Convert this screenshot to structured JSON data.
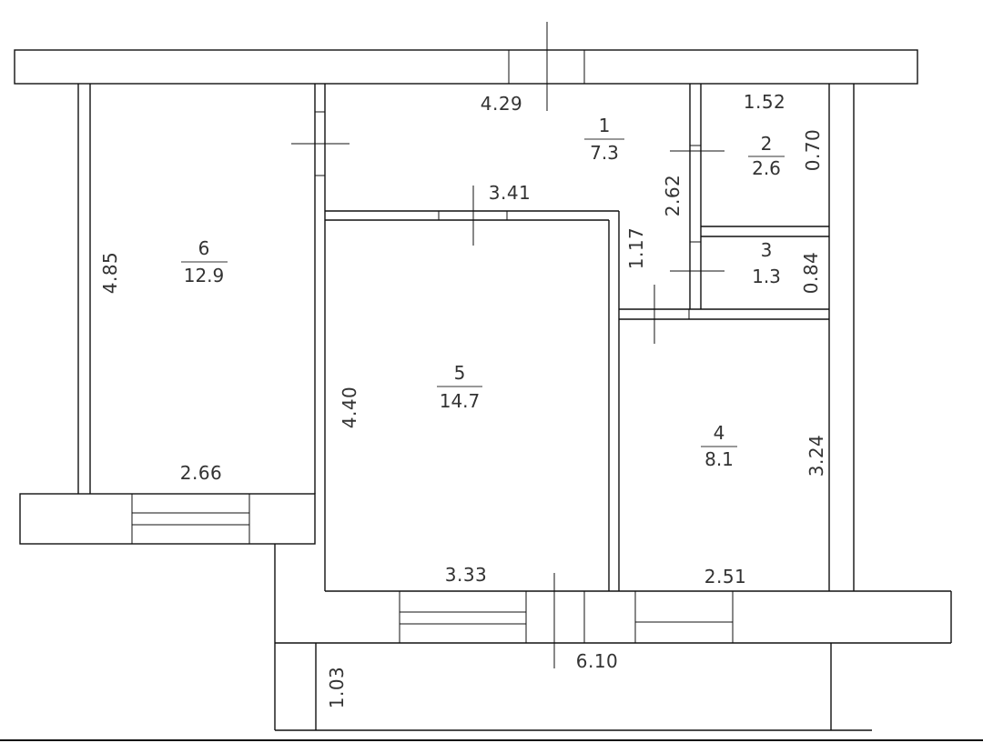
{
  "rooms": [
    {
      "id": "6",
      "area": "12.9"
    },
    {
      "id": "1",
      "area": "7.3"
    },
    {
      "id": "2",
      "area": "2.6"
    },
    {
      "id": "3",
      "area": "1.3"
    },
    {
      "id": "5",
      "area": "14.7"
    },
    {
      "id": "4",
      "area": "8.1"
    }
  ],
  "dimensions": {
    "d_4_29": "4.29",
    "d_1_52": "1.52",
    "d_0_70": "0.70",
    "d_3_41": "3.41",
    "d_2_62": "2.62",
    "d_1_17": "1.17",
    "d_0_84": "0.84",
    "d_4_85": "4.85",
    "d_4_40": "4.40",
    "d_3_24": "3.24",
    "d_2_66": "2.66",
    "d_3_33": "3.33",
    "d_2_51": "2.51",
    "d_6_10": "6.10",
    "d_1_03": "1.03"
  }
}
